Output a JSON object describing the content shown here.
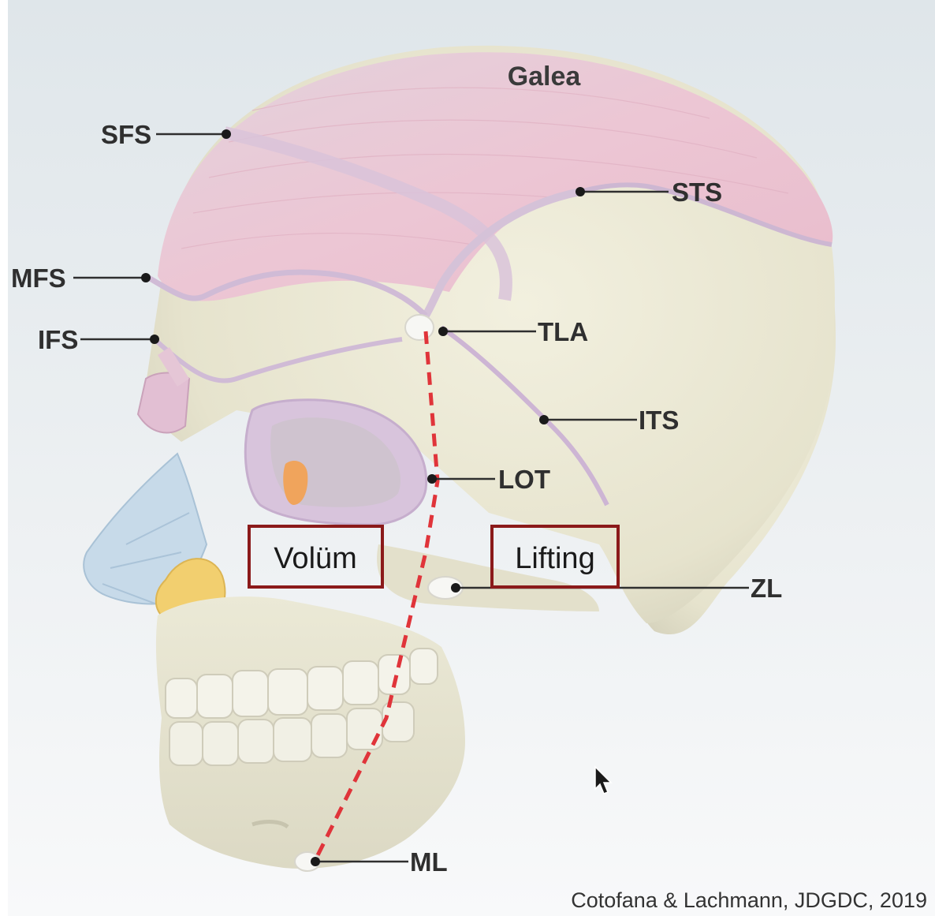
{
  "figure": {
    "title": "Galea",
    "citation": "Cotofana & Lachmann, JDGDC, 2019",
    "boxes": {
      "volume": "Volüm",
      "lifting": "Lifting"
    },
    "labels": {
      "sfs": "SFS",
      "sts": "STS",
      "mfs": "MFS",
      "ifs": "IFS",
      "tla": "TLA",
      "its": "ITS",
      "lot": "LOT",
      "zl": "ZL",
      "ml": "ML"
    },
    "icons": [
      "mouse-cursor-icon"
    ],
    "colors": {
      "galea": "#ecc3d3",
      "bone": "#e9e7d3",
      "ligament": "#c8b5d4",
      "dashed_line": "#e0343a",
      "box_border": "#8b1a1a",
      "cartilage_blue": "#c6d9e8",
      "fat_pad_yellow": "#f2cf6f"
    }
  }
}
